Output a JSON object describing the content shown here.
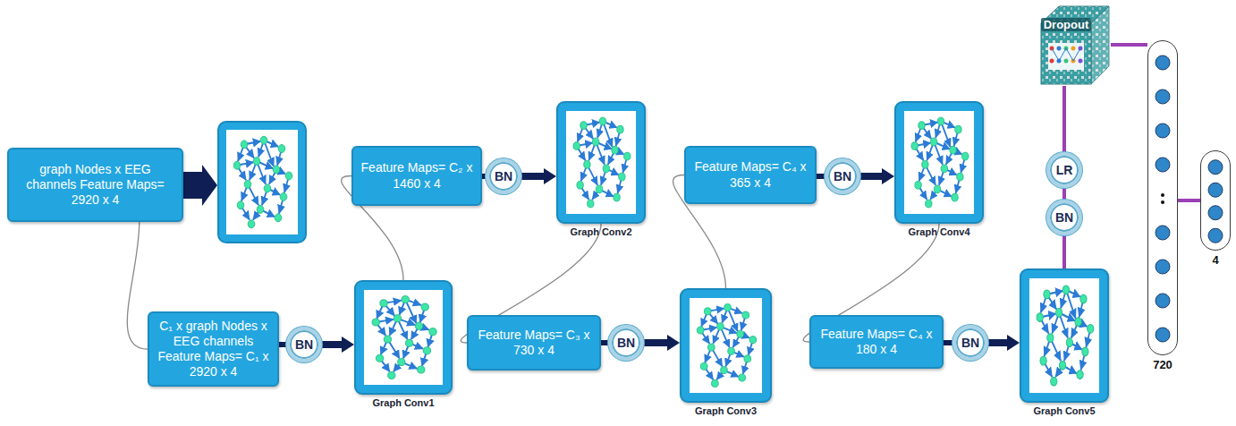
{
  "diagram": {
    "nodes": [
      {
        "text": [
          "graph Nodes x EEG channels Feature Maps= 2920 x 4"
        ]
      },
      {
        "text": [
          "C₁ x graph Nodes x EEG channels Feature Maps= C₁ x 2920 x 4"
        ]
      },
      {
        "text": [
          "BN"
        ]
      },
      {
        "text": [
          "Graph Conv1"
        ]
      },
      {
        "text": [
          "Feature Maps= C₂ x 1460 x 4"
        ]
      },
      {
        "text": [
          "BN"
        ]
      },
      {
        "text": [
          "Graph Conv2"
        ]
      },
      {
        "text": [
          "Feature Maps= C₃ x 730 x 4"
        ]
      },
      {
        "text": [
          "BN"
        ]
      },
      {
        "text": [
          "Graph Conv3"
        ]
      },
      {
        "text": [
          "Feature Maps= C₄ x 365 x 4"
        ]
      },
      {
        "text": [
          "BN"
        ]
      },
      {
        "text": [
          "Graph Conv4"
        ]
      },
      {
        "text": [
          "Feature Maps= C₄ x 180 x 4"
        ]
      },
      {
        "text": [
          "BN"
        ]
      },
      {
        "text": [
          "Graph Conv5"
        ]
      },
      {
        "text": [
          "BN"
        ]
      },
      {
        "text": [
          "LR"
        ]
      },
      {
        "text": [
          "Dropout"
        ]
      },
      {
        "text": [
          "720"
        ]
      },
      {
        "text": [
          "4"
        ]
      }
    ],
    "edges": [
      {
        "from": 0,
        "to": 1,
        "arrow": "none"
      },
      {
        "from": 1,
        "to": 2,
        "arrow": "none"
      },
      {
        "from": 2,
        "to": 3,
        "arrow": "to"
      },
      {
        "from": 3,
        "to": 4,
        "arrow": "none"
      },
      {
        "from": 4,
        "to": 5,
        "arrow": "none"
      },
      {
        "from": 5,
        "to": 6,
        "arrow": "to"
      },
      {
        "from": 6,
        "to": 7,
        "arrow": "none"
      },
      {
        "from": 7,
        "to": 8,
        "arrow": "none"
      },
      {
        "from": 8,
        "to": 9,
        "arrow": "to"
      },
      {
        "from": 9,
        "to": 10,
        "arrow": "none"
      },
      {
        "from": 10,
        "to": 11,
        "arrow": "none"
      },
      {
        "from": 11,
        "to": 12,
        "arrow": "to"
      },
      {
        "from": 12,
        "to": 13,
        "arrow": "none"
      },
      {
        "from": 13,
        "to": 14,
        "arrow": "none"
      },
      {
        "from": 14,
        "to": 15,
        "arrow": "to"
      },
      {
        "from": 15,
        "to": 16,
        "arrow": "none"
      },
      {
        "from": 16,
        "to": 17,
        "arrow": "none"
      },
      {
        "from": 17,
        "to": 18,
        "arrow": "none"
      },
      {
        "from": 18,
        "to": 19,
        "arrow": "none"
      },
      {
        "from": 19,
        "to": 20,
        "arrow": "none"
      }
    ]
  }
}
